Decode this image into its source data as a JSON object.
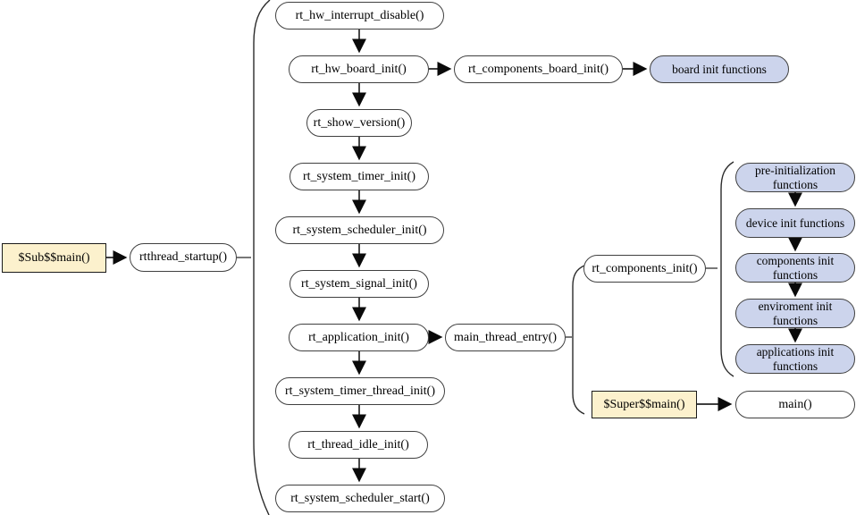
{
  "colors": {
    "background": "#ffffff",
    "node_fill": "#ffffff",
    "node_border": "#404040",
    "highlight_fill": "#fcf1cd",
    "group_fill": "#ccd4ec",
    "arrow": "#3f3f3f",
    "brace": "#2b2b2b"
  },
  "nodes": {
    "sub_main": {
      "label": "$Sub$$main()"
    },
    "rtthread_startup": {
      "label": "rtthread_startup()"
    },
    "rt_hw_interrupt_disable": {
      "label": "rt_hw_interrupt_disable()"
    },
    "rt_hw_board_init": {
      "label": "rt_hw_board_init()"
    },
    "rt_components_board_init": {
      "label": "rt_components_board_init()"
    },
    "board_init_functions": {
      "label": "board init functions"
    },
    "rt_show_version": {
      "label": "rt_show_version()"
    },
    "rt_system_timer_init": {
      "label": "rt_system_timer_init()"
    },
    "rt_system_scheduler_init": {
      "label": "rt_system_scheduler_init()"
    },
    "rt_system_signal_init": {
      "label": "rt_system_signal_init()"
    },
    "rt_application_init": {
      "label": "rt_application_init()"
    },
    "main_thread_entry": {
      "label": "main_thread_entry()"
    },
    "rt_system_timer_thread_init": {
      "label": "rt_system_timer_thread_init()"
    },
    "rt_thread_idle_init": {
      "label": "rt_thread_idle_init()"
    },
    "rt_system_scheduler_start": {
      "label": "rt_system_scheduler_start()"
    },
    "rt_components_init": {
      "label": "rt_components_init()"
    },
    "pre_initialization_functions": {
      "label": "pre-initialization\nfunctions"
    },
    "device_init_functions": {
      "label": "device init functions"
    },
    "components_init_functions": {
      "label": "components init\nfunctions"
    },
    "enviroment_init_functions": {
      "label": "enviroment init\nfunctions"
    },
    "applications_init_functions": {
      "label": "applications init\nfunctions"
    },
    "super_main": {
      "label": "$Super$$main()"
    },
    "main": {
      "label": "main()"
    }
  },
  "edges": [
    {
      "from": "sub_main",
      "to": "rtthread_startup"
    },
    {
      "from": "rt_hw_interrupt_disable",
      "to": "rt_hw_board_init"
    },
    {
      "from": "rt_hw_board_init",
      "to": "rt_components_board_init"
    },
    {
      "from": "rt_components_board_init",
      "to": "board_init_functions"
    },
    {
      "from": "rt_hw_board_init",
      "to": "rt_show_version"
    },
    {
      "from": "rt_show_version",
      "to": "rt_system_timer_init"
    },
    {
      "from": "rt_system_timer_init",
      "to": "rt_system_scheduler_init"
    },
    {
      "from": "rt_system_scheduler_init",
      "to": "rt_system_signal_init"
    },
    {
      "from": "rt_system_signal_init",
      "to": "rt_application_init"
    },
    {
      "from": "rt_application_init",
      "to": "main_thread_entry"
    },
    {
      "from": "rt_application_init",
      "to": "rt_system_timer_thread_init"
    },
    {
      "from": "rt_system_timer_thread_init",
      "to": "rt_thread_idle_init"
    },
    {
      "from": "rt_thread_idle_init",
      "to": "rt_system_scheduler_start"
    },
    {
      "from": "pre_initialization_functions",
      "to": "device_init_functions"
    },
    {
      "from": "device_init_functions",
      "to": "components_init_functions"
    },
    {
      "from": "components_init_functions",
      "to": "enviroment_init_functions"
    },
    {
      "from": "enviroment_init_functions",
      "to": "applications_init_functions"
    },
    {
      "from": "super_main",
      "to": "main"
    }
  ],
  "groups": [
    {
      "parent": "rtthread_startup",
      "children": [
        "rt_hw_interrupt_disable",
        "rt_hw_board_init",
        "rt_show_version",
        "rt_system_timer_init",
        "rt_system_scheduler_init",
        "rt_system_signal_init",
        "rt_application_init",
        "rt_system_timer_thread_init",
        "rt_thread_idle_init",
        "rt_system_scheduler_start"
      ]
    },
    {
      "parent": "main_thread_entry",
      "children": [
        "rt_components_init",
        "super_main"
      ]
    },
    {
      "parent": "rt_components_init",
      "children": [
        "pre_initialization_functions",
        "device_init_functions",
        "components_init_functions",
        "enviroment_init_functions",
        "applications_init_functions"
      ]
    }
  ]
}
